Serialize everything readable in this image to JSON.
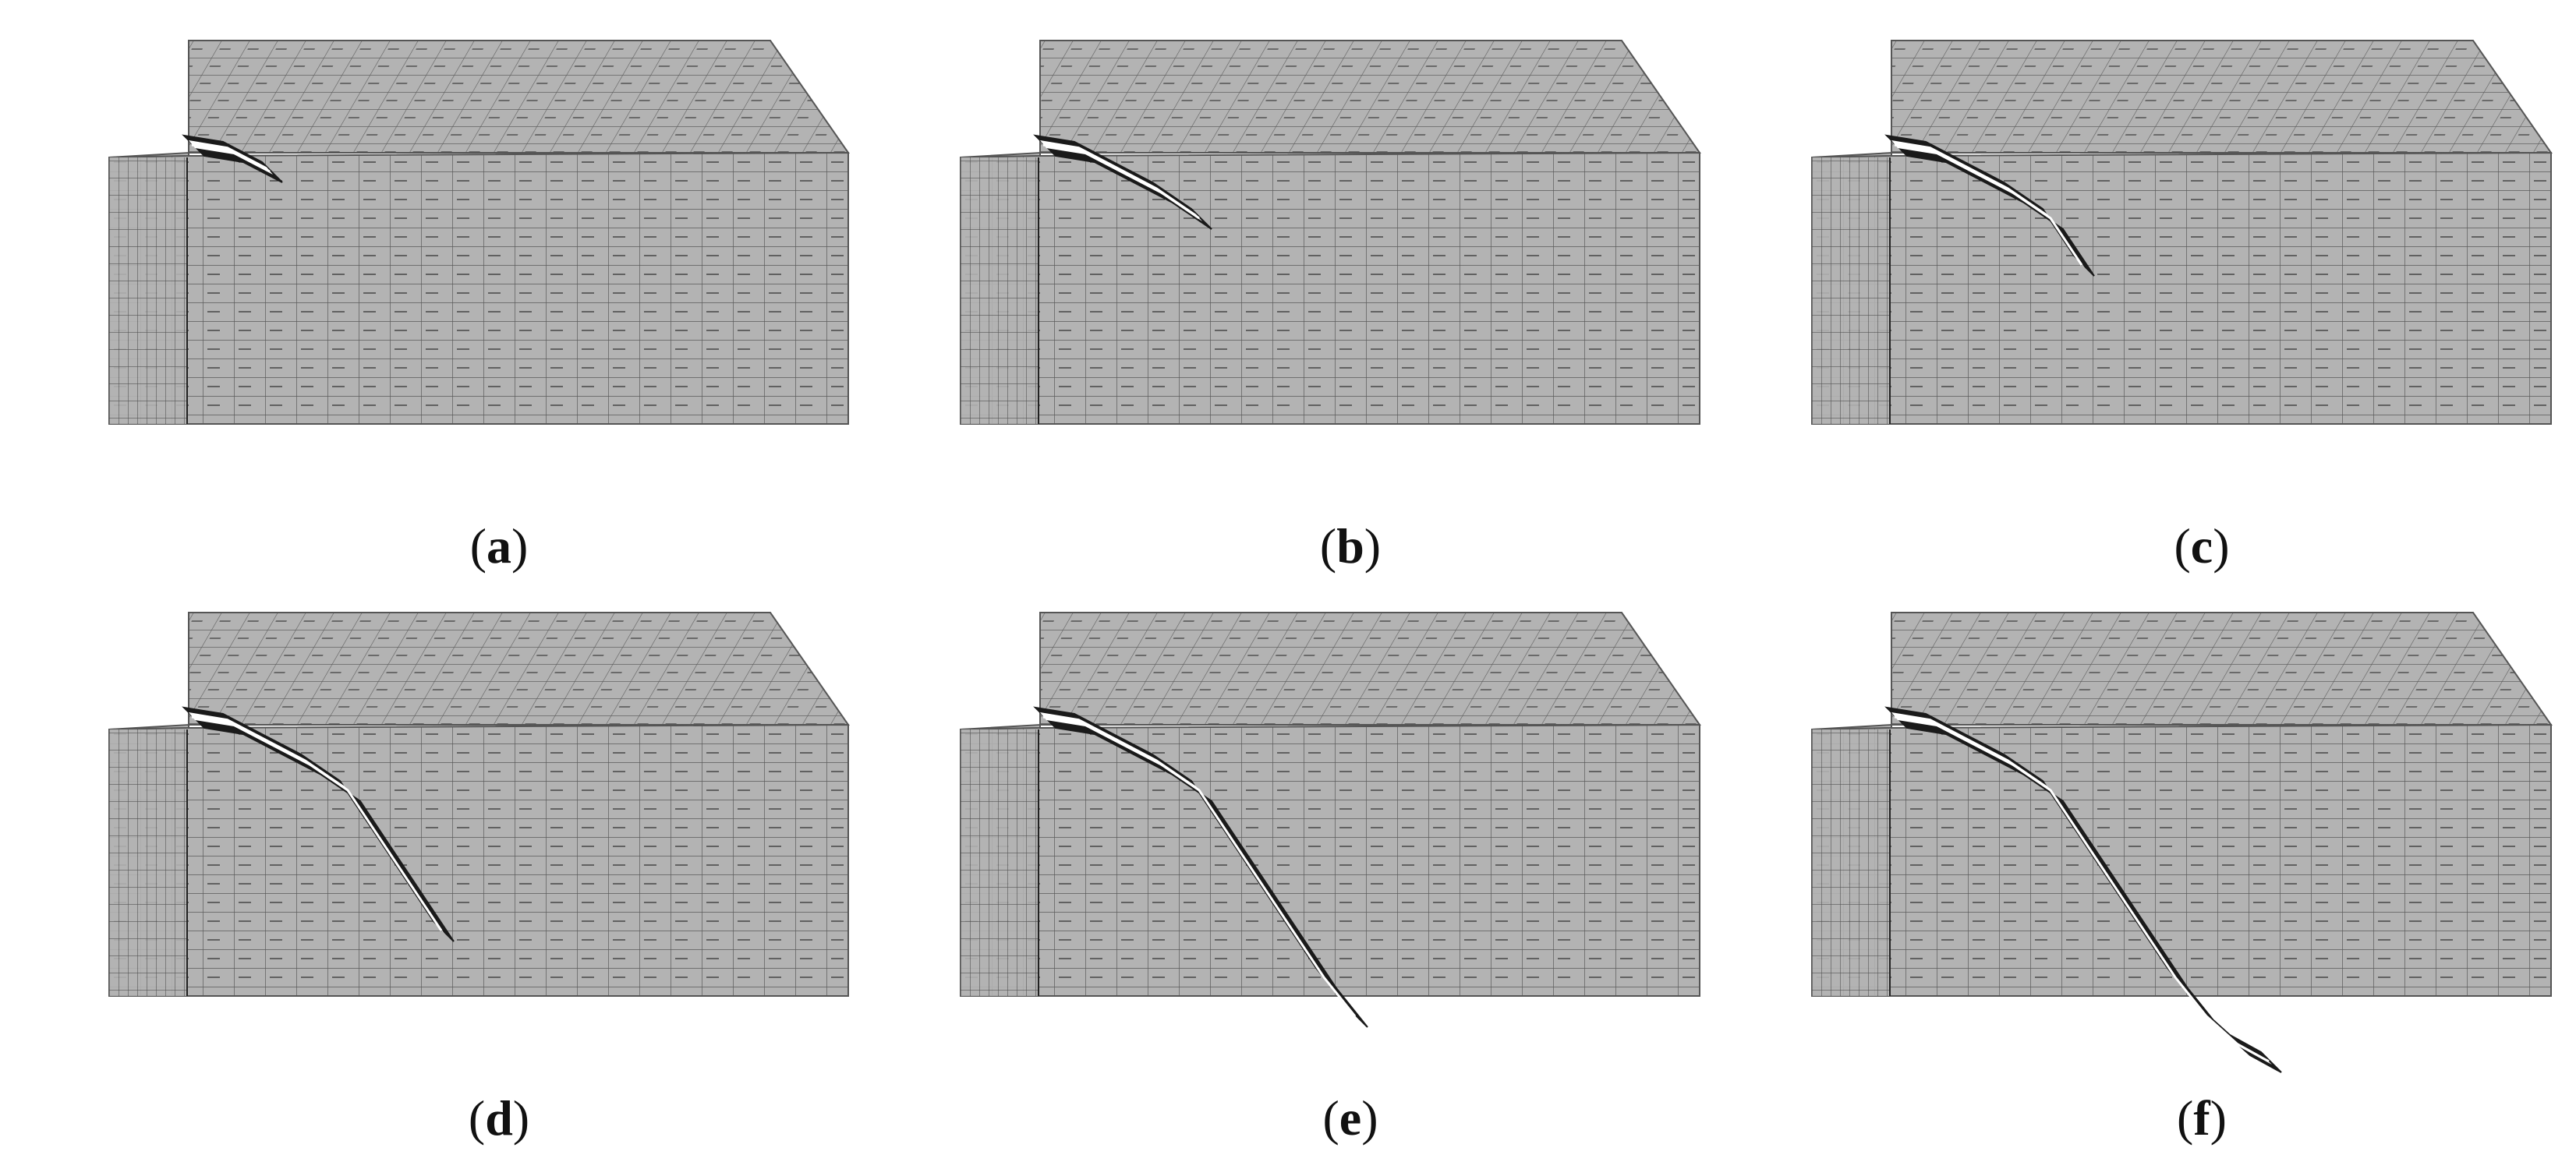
{
  "figure": {
    "colors": {
      "mesh_fill": "#b3b3b3",
      "mesh_line": "#555555",
      "mesh_line_dark": "#222222",
      "crack_zone": "#1a1a1a",
      "crack_opening": "#ffffff",
      "background": "#ffffff"
    },
    "panels": [
      {
        "id": "a",
        "caption_open": "(",
        "caption_letter": "a",
        "caption_close": ")",
        "crack_stage": 1
      },
      {
        "id": "b",
        "caption_open": "(",
        "caption_letter": "b",
        "caption_close": ")",
        "crack_stage": 2
      },
      {
        "id": "c",
        "caption_open": "(",
        "caption_letter": "c",
        "caption_close": ")",
        "crack_stage": 3
      },
      {
        "id": "d",
        "caption_open": "(",
        "caption_letter": "d",
        "caption_close": ")",
        "crack_stage": 4
      },
      {
        "id": "e",
        "caption_open": "(",
        "caption_letter": "e",
        "caption_close": ")",
        "crack_stage": 5
      },
      {
        "id": "f",
        "caption_open": "(",
        "caption_letter": "f",
        "caption_close": ")",
        "crack_stage": 6
      }
    ]
  }
}
